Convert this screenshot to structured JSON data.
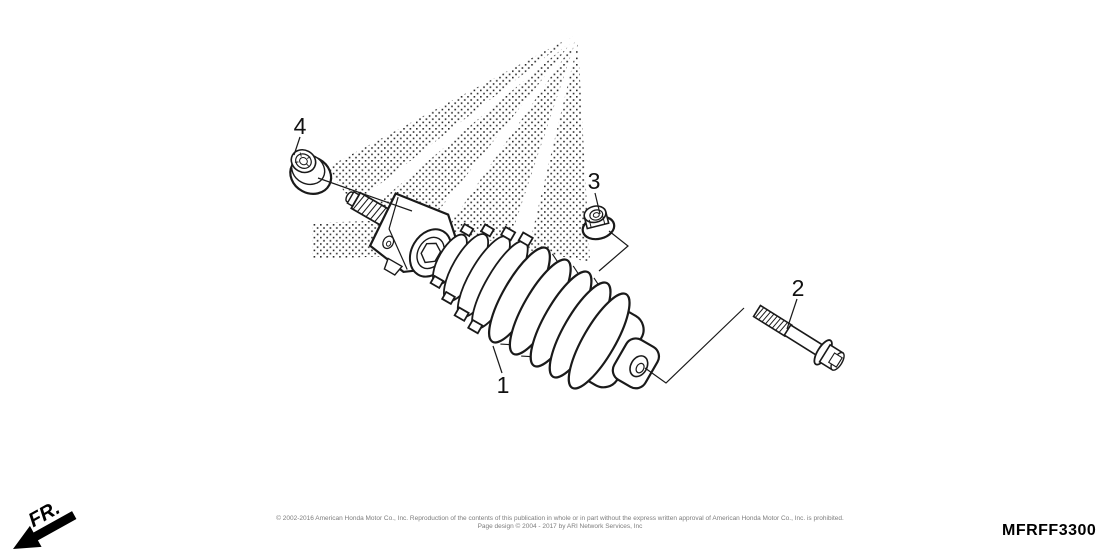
{
  "diagram": {
    "code": "MFRFF3300",
    "fr_label": "FR.",
    "callouts": [
      {
        "number": "1"
      },
      {
        "number": "2"
      },
      {
        "number": "3"
      },
      {
        "number": "4"
      }
    ]
  },
  "footer": {
    "copyright_line1": "© 2002-2016 American Honda Motor Co., Inc. Reproduction of the contents of this publication in whole or in part without the express written approval of American Honda Motor Co., Inc. is prohibited.",
    "copyright_line2": "Page design © 2004 - 2017 by ARI Network Services, Inc"
  }
}
